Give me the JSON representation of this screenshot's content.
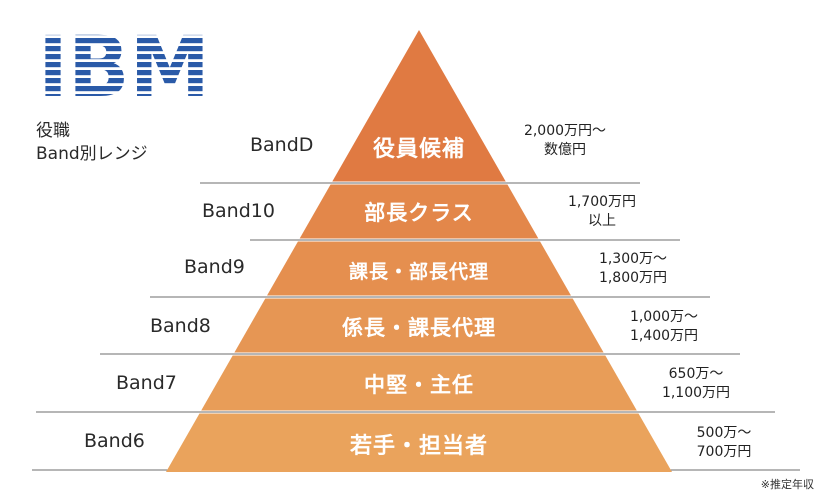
{
  "logo": {
    "text": "IBM",
    "color": "#2a5aa8"
  },
  "side_title": {
    "line1": "役職",
    "line2": "Band別レンジ"
  },
  "tiers": [
    {
      "band": "BandD",
      "role": "役員候補",
      "salary1": "2,000万円～",
      "salary2": "数億円",
      "color": "#e07a42"
    },
    {
      "band": "Band10",
      "role": "部長クラス",
      "salary1": "1,700万円",
      "salary2": "以上",
      "color": "#e3874a"
    },
    {
      "band": "Band9",
      "role": "課長・部長代理",
      "salary1": "1,300万～",
      "salary2": "1,800万円",
      "color": "#e58f4f"
    },
    {
      "band": "Band8",
      "role": "係長・課長代理",
      "salary1": "1,000万～",
      "salary2": "1,400万円",
      "color": "#e69654"
    },
    {
      "band": "Band7",
      "role": "中堅・主任",
      "salary1": "650万～",
      "salary2": "1,100万円",
      "color": "#e89d58"
    },
    {
      "band": "Band6",
      "role": "若手・担当者",
      "salary1": "500万～",
      "salary2": "700万円",
      "color": "#eaa35c"
    }
  ],
  "note": "※推定年収"
}
